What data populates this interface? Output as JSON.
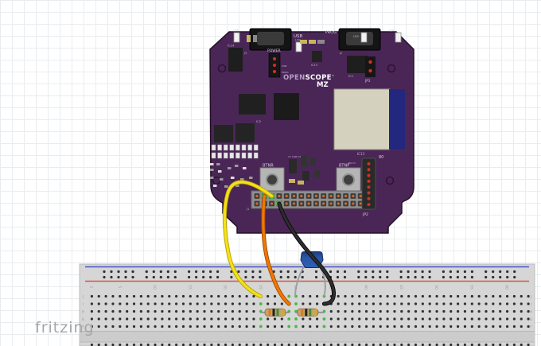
{
  "app": {
    "watermark": "fritzing"
  },
  "board": {
    "name": "OpenScope MZ",
    "logo": {
      "open": "OPEN",
      "scope": "SCOPE",
      "tm": "™",
      "mz": "MZ"
    },
    "labels": {
      "usb": "USB",
      "prog": "PROG",
      "power": "POWER",
      "power_usb": "USB",
      "power_prog": "PROG",
      "power_ext": "EXT",
      "btnr": "BTNR",
      "btnp": "BTNP",
      "jp1": "JP1",
      "jp2": "JP2",
      "j1": "J1",
      "j2": "J2",
      "j3": "J3",
      "ic1": "IC1",
      "ic2": "IC2",
      "ic13": "IC13",
      "ic14": "IC14",
      "ic15": "IC15",
      "ld2": "LD2",
      "ld3": "LD3",
      "ld4": "LD4",
      "ld6": "LD6",
      "micro1": "C7 CAB C55",
      "micro2": "RA1RA8",
      "micro3": "R6 C1",
      "micro4": "80"
    },
    "colors": {
      "pcb": "#4a2657",
      "edge": "#241029",
      "wifi_module": "#d5d1bf",
      "wifi_stripe": "#23277d"
    }
  },
  "breadboard": {
    "column_labels": [
      "1",
      "5",
      "10",
      "15",
      "20",
      "25",
      "30",
      "35",
      "40",
      "45",
      "50",
      "55",
      "60"
    ],
    "column_numbers": [
      1,
      5,
      10,
      15,
      20,
      25,
      30,
      35,
      40,
      45,
      50,
      55,
      60
    ],
    "row_labels": [
      "J",
      "I",
      "H",
      "G",
      "F"
    ],
    "connected_columns": [
      25,
      29,
      30,
      34
    ],
    "colors": {
      "body": "#d6d6d6",
      "hole": "#2f2f2f",
      "connected": "#44bb44",
      "rail_blue": "#4553cf",
      "rail_red": "#d65448",
      "label": "#9a9a9a"
    }
  },
  "components": {
    "wires": [
      {
        "name": "yellow-wire",
        "color": "#f5e01a",
        "edge": "#b7a400",
        "from": "header pin row top",
        "to": "column 25 row J"
      },
      {
        "name": "orange-wire",
        "color": "#f07800",
        "edge": "#9e4a00",
        "from": "header pin row top",
        "to": "column 29 row I"
      },
      {
        "name": "black-wire",
        "color": "#262626",
        "edge": "#060606",
        "from": "header pin row bottom",
        "to": "column 34 row I"
      }
    ],
    "resistors": [
      {
        "name": "resistor-1",
        "bands": [
          "orange",
          "black",
          "green",
          "gold"
        ],
        "row": "H",
        "from_col": 25,
        "to_col": 29
      },
      {
        "name": "resistor-2",
        "bands": [
          "orange",
          "black",
          "green",
          "gold"
        ],
        "row": "H",
        "from_col": 30,
        "to_col": 34
      }
    ],
    "thermistor": {
      "name": "blue-bead-component",
      "body_color": "#2b55a5",
      "legs": [
        "column 30 row J",
        "column 34 row J"
      ]
    }
  }
}
